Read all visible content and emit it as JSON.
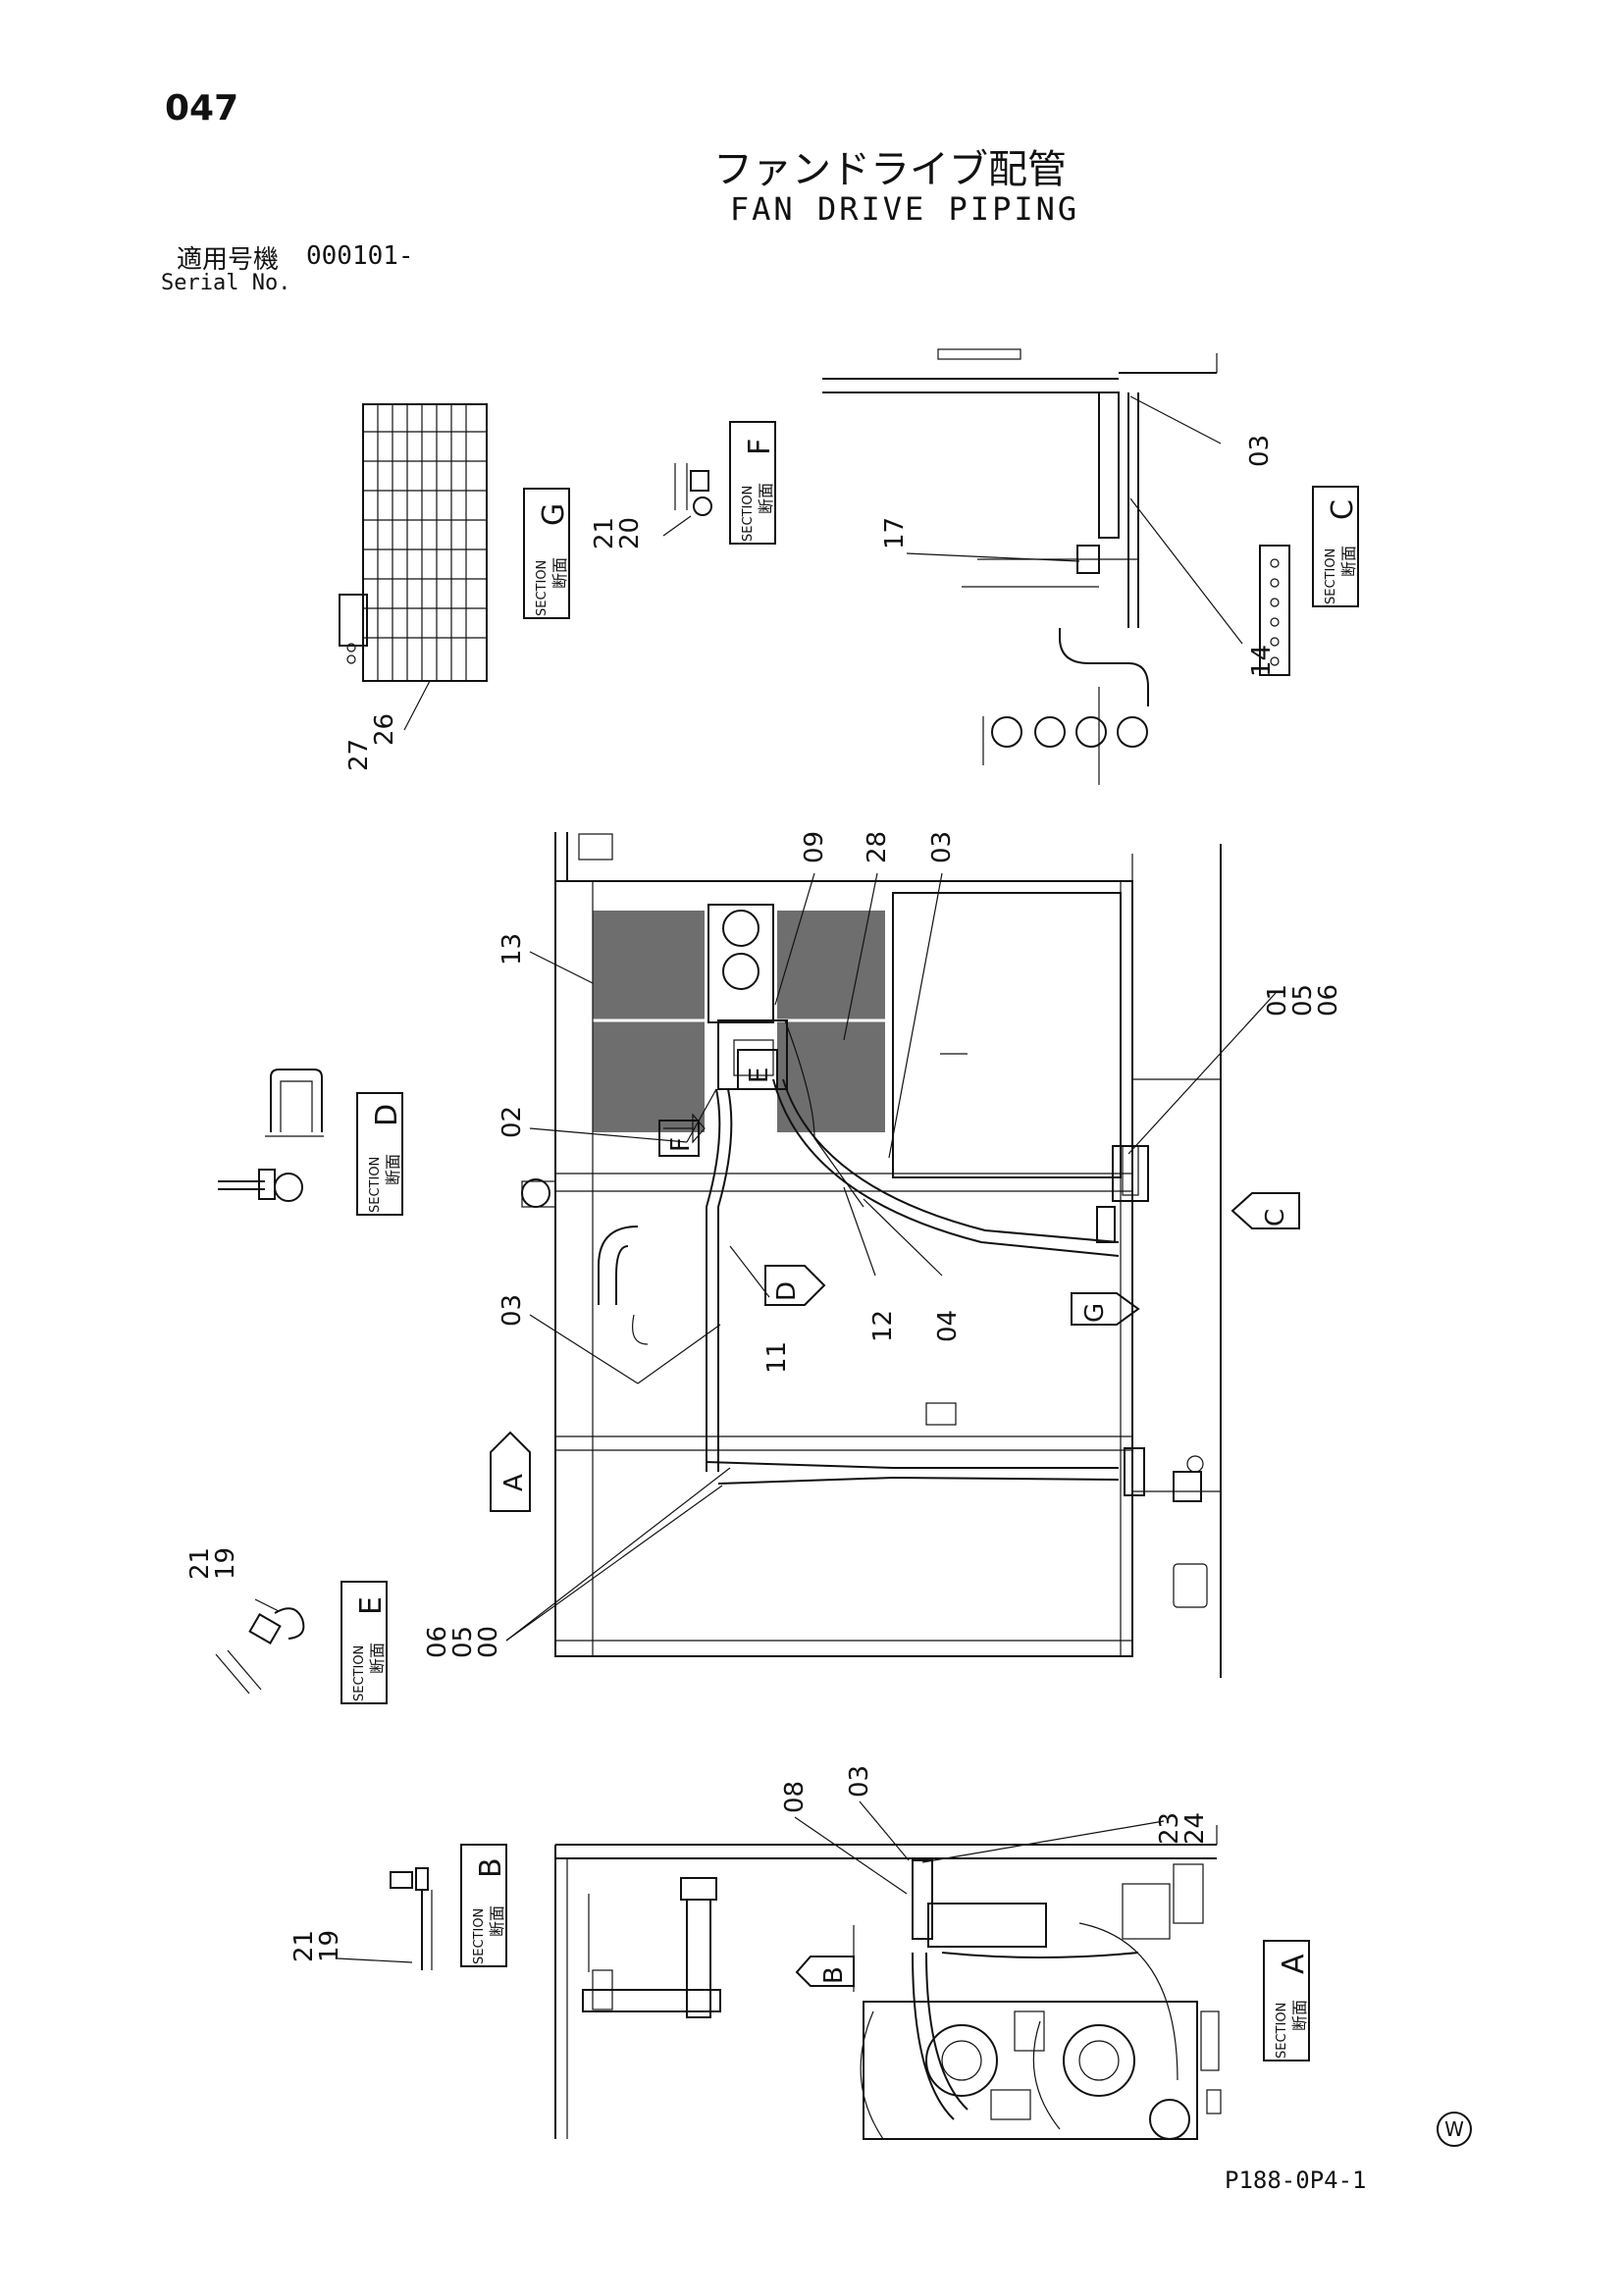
{
  "header": {
    "page_number": "047",
    "title_jp": "ファンドライブ配管",
    "title_en": "FAN DRIVE PIPING",
    "serial_label_jp": "適用号機",
    "serial_value": "000101-",
    "serial_label_en": "Serial No."
  },
  "footer": {
    "drawing_code": "P188-0P4-1",
    "mark": "W"
  },
  "sections": {
    "section_word": "SECTION",
    "section_kanji": "断面",
    "g": "G",
    "f": "F",
    "c": "C",
    "d": "D",
    "e": "E",
    "b": "B",
    "a": "A"
  },
  "view_arrows": {
    "a": "A",
    "b": "B",
    "c": "C",
    "d": "D",
    "e": "E",
    "f": "F",
    "g": "G"
  },
  "callouts": {
    "g_27": "27",
    "g_26": "26",
    "f_21": "21",
    "f_20": "20",
    "c_03": "03",
    "c_17": "17",
    "c_14": "14",
    "m_09": "09",
    "m_28": "28",
    "m_03a": "03",
    "m_13": "13",
    "m_01": "01",
    "m_05": "05",
    "m_06": "06",
    "m_02": "02",
    "m_03b": "03",
    "m_11": "11",
    "m_12": "12",
    "m_04": "04",
    "m_06b": "06",
    "m_05b": "05",
    "m_00": "00",
    "e_21": "21",
    "e_19": "19",
    "b_21": "21",
    "b_19": "19",
    "a_08": "08",
    "a_03": "03",
    "a_23": "23",
    "a_24": "24"
  }
}
